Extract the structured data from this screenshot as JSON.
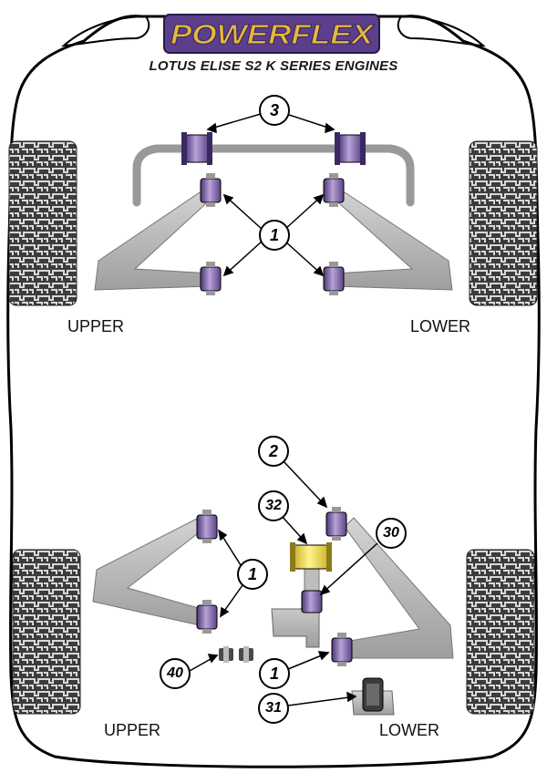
{
  "header": {
    "brand": "POWERFLEX",
    "model": "LOTUS ELISE S2 K SERIES ENGINES"
  },
  "front": {
    "upper_label": "UPPER",
    "lower_label": "LOWER",
    "callouts": {
      "anti_roll_bar": "3",
      "wishbone": "1"
    }
  },
  "rear": {
    "upper_label": "UPPER",
    "lower_label": "LOWER",
    "callouts": {
      "toe_link": "2",
      "engine_mount_upper": "32",
      "engine_mount_link": "30",
      "upper_wishbone": "1",
      "lower_wishbone": "1",
      "small_bush": "40",
      "gearbox_mount": "31"
    }
  },
  "colors": {
    "bush_purple": "#7d5fa8",
    "bush_yellow": "#f2e25b",
    "arm_grey": "#b8b8b8",
    "outline": "#000000",
    "logo_gold": "#e5b93a"
  }
}
